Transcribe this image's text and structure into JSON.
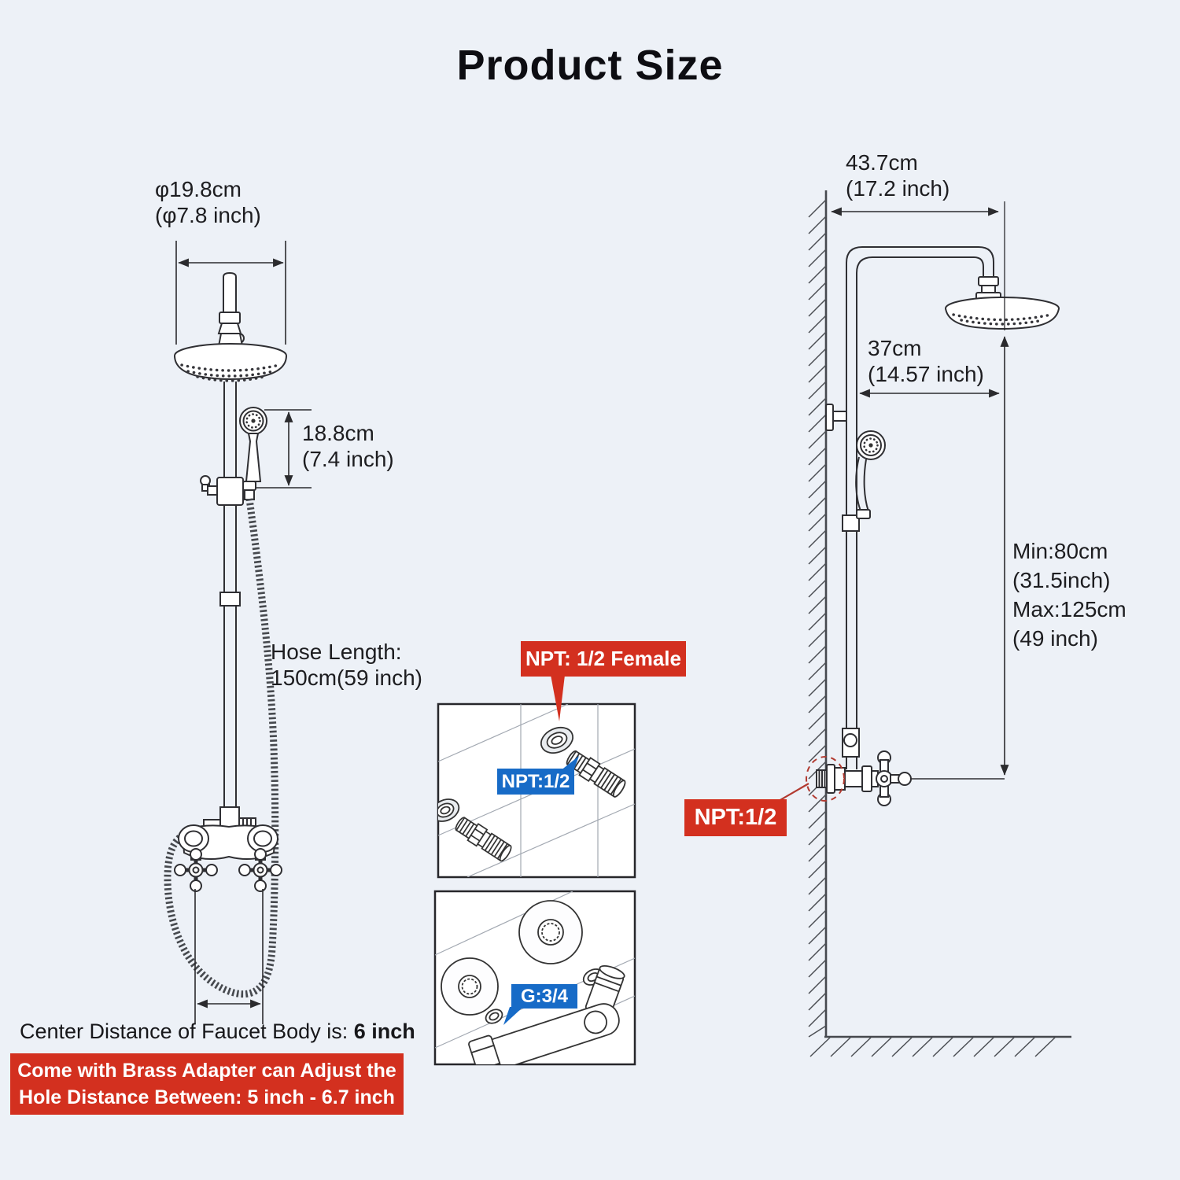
{
  "title": "Product Size",
  "colors": {
    "accent_red": "#d3301f",
    "accent_blue": "#176bc7",
    "background": "#edf1f7",
    "line": "#2f2f33"
  },
  "left_diagram": {
    "head_diameter_line1": "φ19.8cm",
    "head_diameter_line2": "(φ7.8 inch)",
    "hand_shower_line1": "18.8cm",
    "hand_shower_line2": "(7.4 inch)",
    "hose_line1": "Hose Length:",
    "hose_line2": "150cm(59 inch)",
    "center_distance_prefix": "Center Distance of Faucet Body is: ",
    "center_distance_value": "6 inch",
    "adapter_note_line1": "Come with Brass Adapter can Adjust the",
    "adapter_note_line2_prefix": "Hole Distance Between: ",
    "adapter_note_line2_value": "5 inch - 6.7 inch"
  },
  "insets": {
    "npt_female_label": "NPT: 1/2 Female",
    "npt_half_label": "NPT:1/2",
    "g34_label": "G:3/4"
  },
  "right_diagram": {
    "top_width_line1": "43.7cm",
    "top_width_line2": "(17.2 inch)",
    "head_offset_line1": "37cm",
    "head_offset_line2": "(14.57 inch)",
    "height_line1": "Min:80cm",
    "height_line2": "(31.5inch)",
    "height_line3": "Max:125cm",
    "height_line4": "(49 inch)",
    "npt_half_label": "NPT:1/2"
  }
}
